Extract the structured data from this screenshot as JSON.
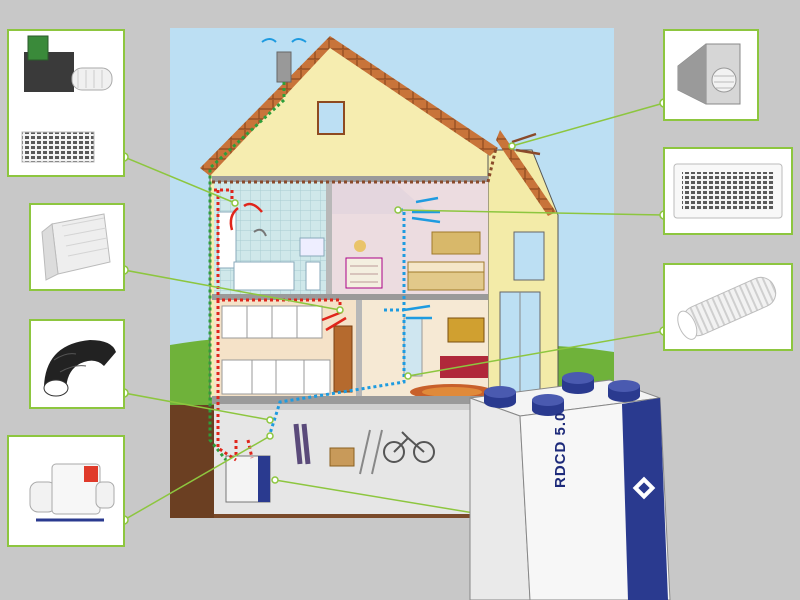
{
  "diagram": {
    "unit_model_label": "RDCD 5.0",
    "colors": {
      "background": "#c8c8c8",
      "callout_border": "#8dc63f",
      "connector_line": "#8dc63f",
      "extract_duct": "#e0251b",
      "supply_duct": "#1e9be0",
      "fresh_air_duct": "#2e9e3a",
      "exhaust_duct": "#8a4a2a",
      "unit_accent": "#2a3a8f"
    },
    "callouts": [
      {
        "name": "callout-extract-valve-and-grille",
        "icon": "duct-connector-and-grille-icon"
      },
      {
        "name": "callout-acoustic-filter",
        "icon": "acoustic-filter-icon"
      },
      {
        "name": "callout-insulated-flexible-duct",
        "icon": "insulated-flexible-duct-icon"
      },
      {
        "name": "callout-condensate-pump",
        "icon": "condensate-pump-icon"
      },
      {
        "name": "callout-roof-outlet",
        "icon": "roof-outlet-icon"
      },
      {
        "name": "callout-supply-grille",
        "icon": "supply-grille-icon"
      },
      {
        "name": "callout-semi-rigid-duct",
        "icon": "semi-rigid-duct-icon"
      }
    ]
  }
}
